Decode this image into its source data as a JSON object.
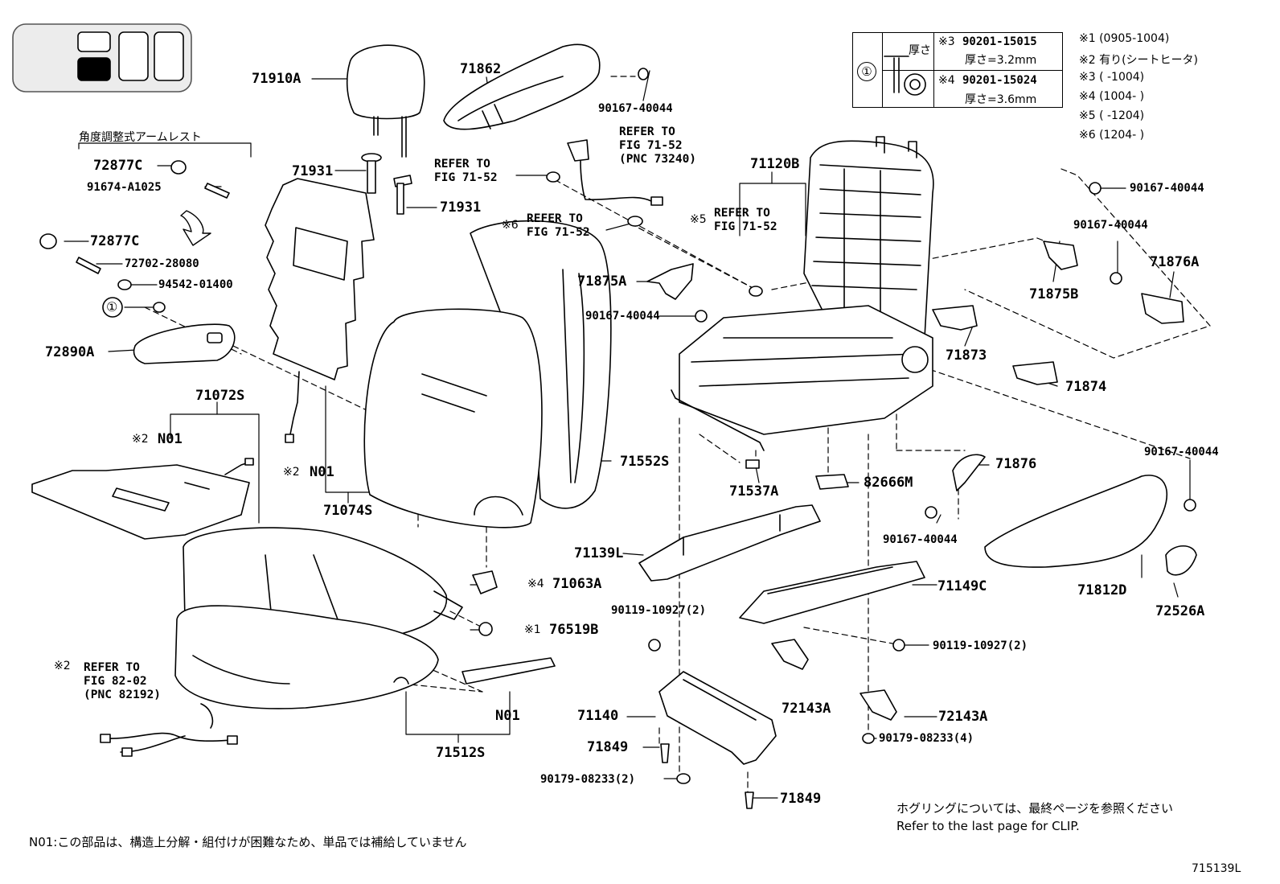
{
  "header": {
    "title": "715139L"
  },
  "legend": {
    "circle_label": "①",
    "thickness_label": "厚さ",
    "rows": [
      {
        "mark": "※3",
        "part": "90201-15015",
        "spec": "厚さ=3.2mm"
      },
      {
        "mark": "※4",
        "part": "90201-15024",
        "spec": "厚さ=3.6mm"
      }
    ],
    "notes": [
      "※1 (0905-1004)",
      "※2  有り(シートヒータ)",
      "※3 (       -1004)",
      "※4 (1004-       )",
      "※5 (       -1204)",
      "※6 (1204-       )"
    ]
  },
  "labels": {
    "armrest_title": "角度調整式アームレスト",
    "p71910A": "71910A",
    "p71862": "71862",
    "p90167_40044_top": "90167-40044",
    "p72877C_a": "72877C",
    "p91674": "91674-A1025",
    "p71931_a": "71931",
    "p71931_b": "71931",
    "ref_71_52_a": "REFER TO\nFIG 71-52",
    "ref_71_52_pnc": "REFER TO\nFIG 71-52\n(PNC 73240)",
    "ref_71_52_6_mark": "※6",
    "ref_71_52_6": "REFER TO\nFIG 71-52",
    "ref_71_52_5_mark": "※5",
    "ref_71_52_5": "REFER TO\nFIG 71-52",
    "p71120B": "71120B",
    "p90167_40044_r1": "90167-40044",
    "p90167_40044_r2": "90167-40044",
    "p72877C_b": "72877C",
    "p72702": "72702-28080",
    "p94542": "94542-01400",
    "circle_one": "①",
    "p71875A": "71875A",
    "p90167_40044_mid": "90167-40044",
    "p71875B": "71875B",
    "p71876A": "71876A",
    "p72890A": "72890A",
    "p71873": "71873",
    "p71874": "71874",
    "p71072S": "71072S",
    "mark2_n01_a": "※2",
    "n01_a": "N01",
    "mark2_n01_b": "※2",
    "n01_b": "N01",
    "p71074S": "71074S",
    "p71552S": "71552S",
    "p71537A": "71537A",
    "p82666M": "82666M",
    "p71876": "71876",
    "p90167_40044_rt": "90167-40044",
    "p90167_40044_lo": "90167-40044",
    "p71139L": "71139L",
    "mark4": "※4",
    "p71063A": "71063A",
    "p71149C": "71149C",
    "p71812D": "71812D",
    "p72526A": "72526A",
    "p90119_a": "90119-10927(2)",
    "p90119_b": "90119-10927(2)",
    "mark1": "※1",
    "p76519B": "76519B",
    "ref_82_02_mark": "※2",
    "ref_82_02": "REFER TO\nFIG 82-02\n(PNC 82192)",
    "n01_c": "N01",
    "p71140": "71140",
    "p72143A_a": "72143A",
    "p72143A_b": "72143A",
    "p90179_4": "90179-08233(4)",
    "p71849_a": "71849",
    "p71512S": "71512S",
    "p90179_2": "90179-08233(2)",
    "p71849_b": "71849"
  },
  "footer": {
    "n01_note": "N01:この部品は、構造上分解・組付けが困難なため、単品では補給していません",
    "clip_note_jp": "ホグリングについては、最終ページを参照ください",
    "clip_note_en": "Refer to the last page for CLIP.",
    "figure_code": "715139L"
  }
}
